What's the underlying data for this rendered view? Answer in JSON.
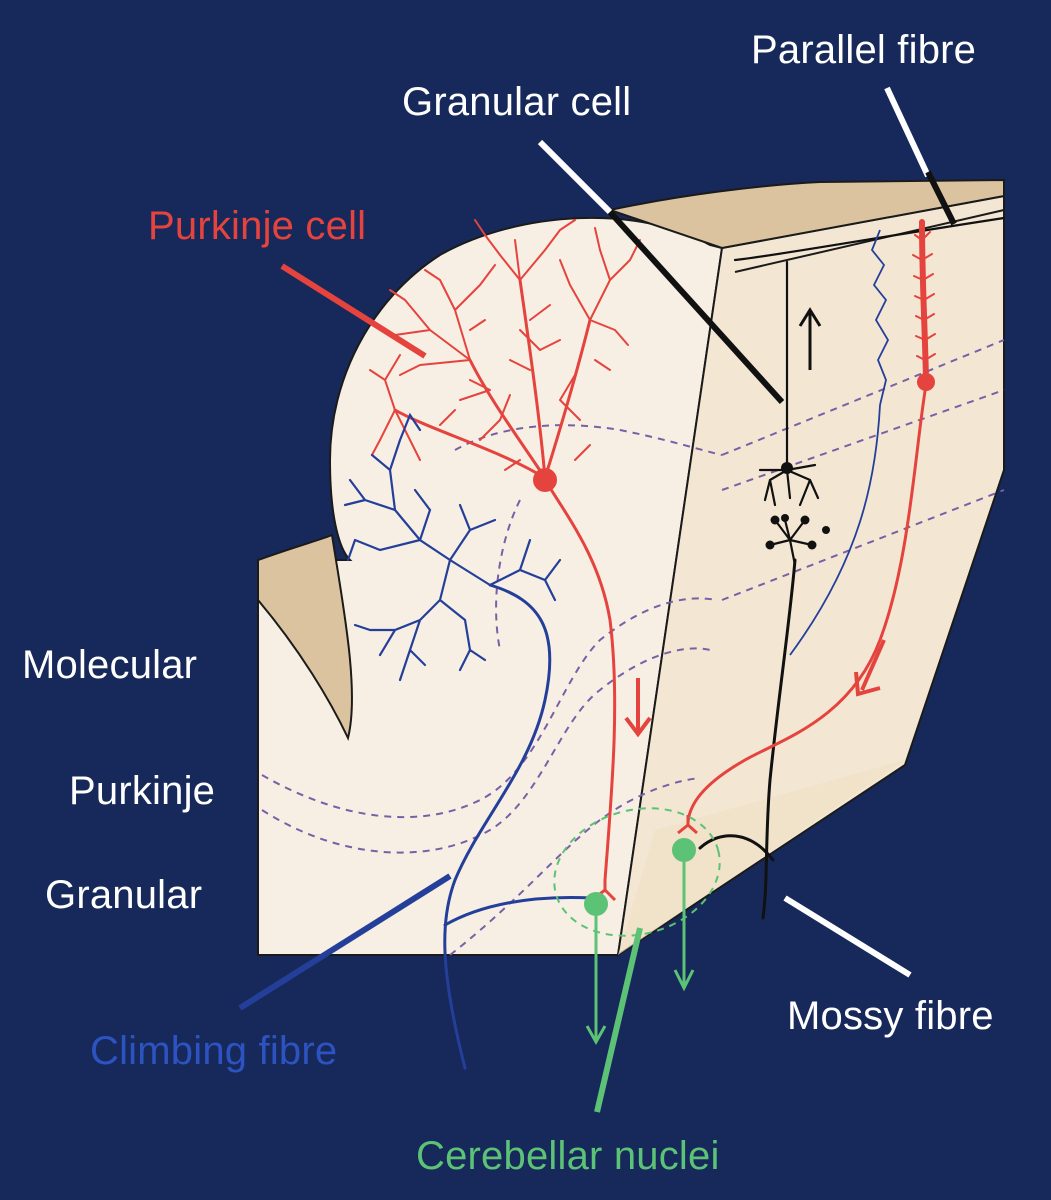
{
  "colors": {
    "background": "#16295a",
    "tissue": "#f7efe3",
    "tissue_shadow": "#e9dbc4",
    "tissue_top": "#dcc3a0",
    "purkinje": "#e5433e",
    "climbing": "#243f9a",
    "granular": "#111111",
    "nuclei": "#5cc276",
    "layer_boundary": "#7b5fa6",
    "label_white": "#ffffff"
  },
  "labels": {
    "parallel_fibre": "Parallel fibre",
    "granular_cell": "Granular cell",
    "purkinje_cell": "Purkinje cell",
    "molecular": "Molecular",
    "purkinje_layer": "Purkinje",
    "granular_layer": "Granular",
    "climbing_fibre": "Climbing fibre",
    "mossy_fibre": "Mossy fibre",
    "cerebellar_nuclei": "Cerebellar nuclei"
  },
  "icons": {
    "signal_up_arrow": "up-arrow",
    "signal_down_arrow": "down-arrow"
  }
}
